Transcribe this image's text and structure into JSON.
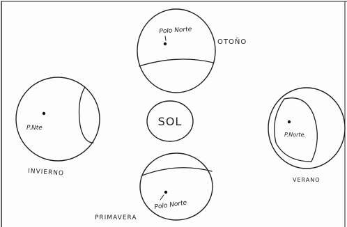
{
  "diagram": {
    "sun_label": "SOL",
    "seasons": [
      {
        "key": "otono",
        "season_label": "OTOÑO",
        "pole_label": "Polo Norte"
      },
      {
        "key": "invierno",
        "season_label": "INVIERNO",
        "pole_label": "P.Nte"
      },
      {
        "key": "verano",
        "season_label": "VERANO",
        "pole_label": "P.Norte."
      },
      {
        "key": "primavera",
        "season_label": "PRIMAVERA",
        "pole_label": "Polo Norte"
      }
    ]
  },
  "colors": {
    "ink": "#1f1f1f",
    "paper": "#fdfdfd"
  }
}
